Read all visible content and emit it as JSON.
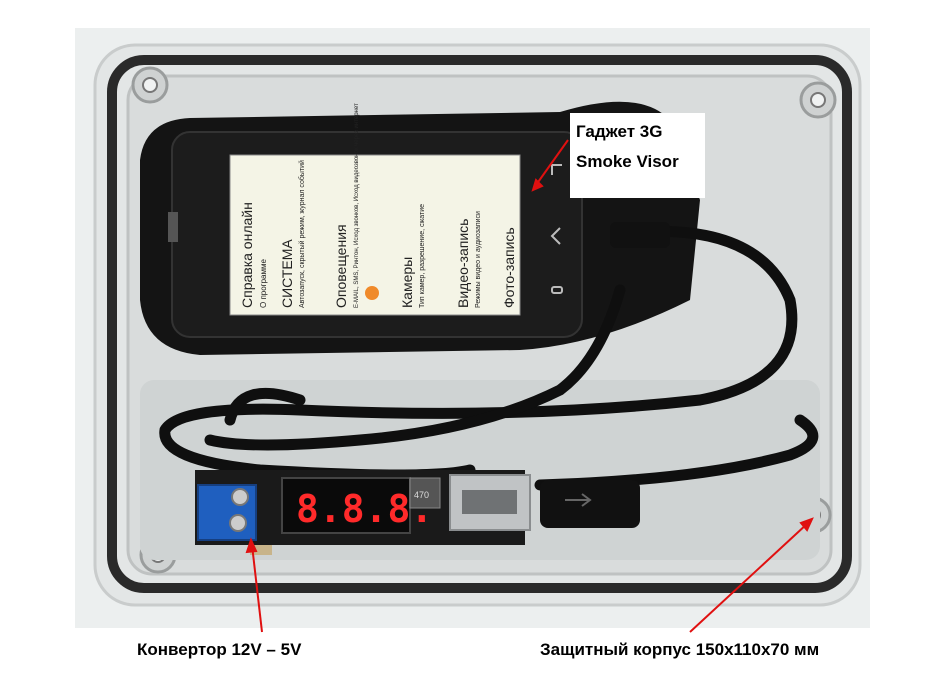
{
  "captions": {
    "gadget_line1": "Гаджет  3G",
    "gadget_line2": "Smoke Visor",
    "converter": "Конвертор 12V – 5V",
    "case": "Защитный корпус 150x110x70 мм"
  },
  "phone_screen": {
    "items": [
      {
        "title": "Справка онлайн",
        "subtitle": "О программе"
      },
      {
        "title": "СИСТЕМА",
        "subtitle": "Автозапуск, скрытый режим, журнал событий"
      },
      {
        "title": "Оповещения",
        "subtitle": "E-MAIL, SMS, Ринтон, Исход звонков, Исход видеозвонок через интернет"
      },
      {
        "title": "Камеры",
        "subtitle": "Тип камер, разрешение, сжатие"
      },
      {
        "title": "Видео-запись",
        "subtitle": "Режимы видео и аудиозаписи"
      },
      {
        "title": "Фото-запись",
        "subtitle": ""
      }
    ]
  },
  "converter_display": "8.8.8.",
  "capacitor_label": "470",
  "colors": {
    "arrow": "#e01010",
    "case": "#e6e8e8",
    "phone": "#1c1c1c",
    "screen": "#f4f4e6",
    "terminal": "#1f5fbf",
    "display_digits": "#ff2a2a"
  }
}
